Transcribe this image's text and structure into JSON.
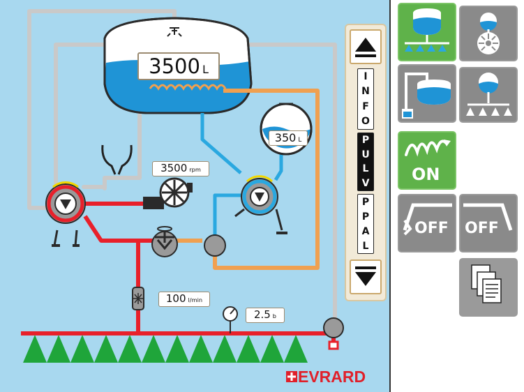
{
  "diagram": {
    "tank_volume": {
      "value": "3500",
      "unit": "L"
    },
    "small_tank_volume": {
      "value": "350",
      "unit": "L"
    },
    "pump_speed": {
      "value": "3500",
      "unit": "rpm"
    },
    "flow_rate": {
      "value": "100",
      "unit": "l/min"
    },
    "pressure": {
      "value": "2.5",
      "unit": "b"
    },
    "brand": "EVRARD"
  },
  "menu": {
    "items": [
      {
        "letters": [
          "I",
          "N",
          "F",
          "O"
        ],
        "active": false
      },
      {
        "letters": [
          "P",
          "U",
          "L",
          "V"
        ],
        "active": true
      },
      {
        "letters": [
          "P",
          "P",
          "A",
          "L"
        ],
        "active": false
      }
    ]
  },
  "side_panel": {
    "agitation_label": "ON",
    "left_boom_label": "OFF",
    "right_boom_label": "OFF"
  },
  "colors": {
    "background": "#a8d8ef",
    "pressure_line": "#e8202a",
    "suction_line": "#2aa8e0",
    "return_line": "#f0a050",
    "active_button": "#5fb24a",
    "inactive_button": "#8a8a8a",
    "nozzle": "#1fa53a"
  }
}
